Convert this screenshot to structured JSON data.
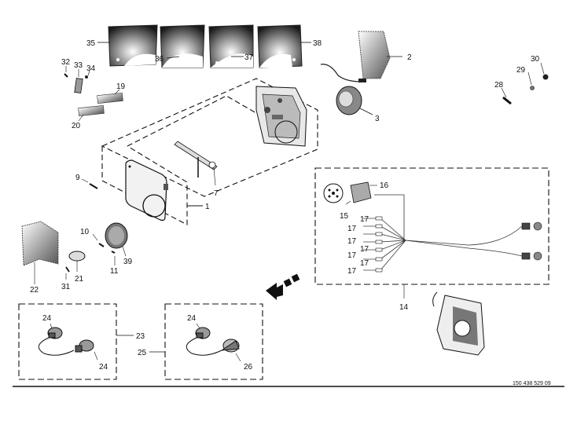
{
  "labels": {
    "l1": "1",
    "l2": "2",
    "l3": "3",
    "l7": "7",
    "l9": "9",
    "l10": "10",
    "l11": "11",
    "l14": "14",
    "l15": "15",
    "l16": "16",
    "l17a": "17",
    "l17b": "17",
    "l17c": "17",
    "l17d": "17",
    "l17e": "17",
    "l17f": "17",
    "l17g": "17",
    "l19": "19",
    "l20": "20",
    "l21": "21",
    "l22": "22",
    "l23": "23",
    "l24a": "24",
    "l24b": "24",
    "l24c": "24",
    "l25": "25",
    "l26": "26",
    "l28": "28",
    "l29": "29",
    "l30": "30",
    "l31": "31",
    "l32": "32",
    "l33": "33",
    "l34": "34",
    "l35": "35",
    "l36": "36",
    "l37": "37",
    "l38": "38",
    "l39": "39"
  },
  "reference_number": "150 438 529 09",
  "colors": {
    "ink": "#111111",
    "background": "#ffffff"
  }
}
